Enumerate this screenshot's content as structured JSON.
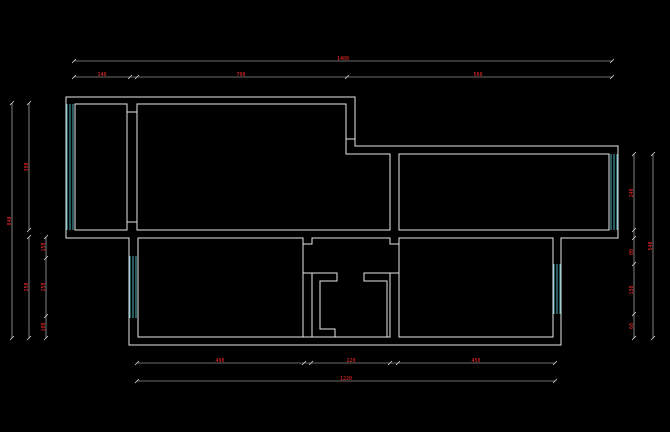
{
  "dimensions": {
    "top_overall": "1400",
    "top_segments": [
      "140",
      "700",
      "560"
    ],
    "bottom_overall": "1220",
    "bottom_segments": [
      "490",
      "220",
      "450"
    ],
    "left_overall": "840",
    "left_upper": "380",
    "left_lower": [
      "150",
      "250",
      "100"
    ],
    "right_overall": "540",
    "right_segments": [
      "240",
      "80",
      "150",
      "60"
    ]
  },
  "colors": {
    "background": "#000000",
    "wall": "#e8e8e8",
    "window": "#66e0ea",
    "dimension_line": "#d8d8d8",
    "dimension_text": "#ff2a2a"
  }
}
